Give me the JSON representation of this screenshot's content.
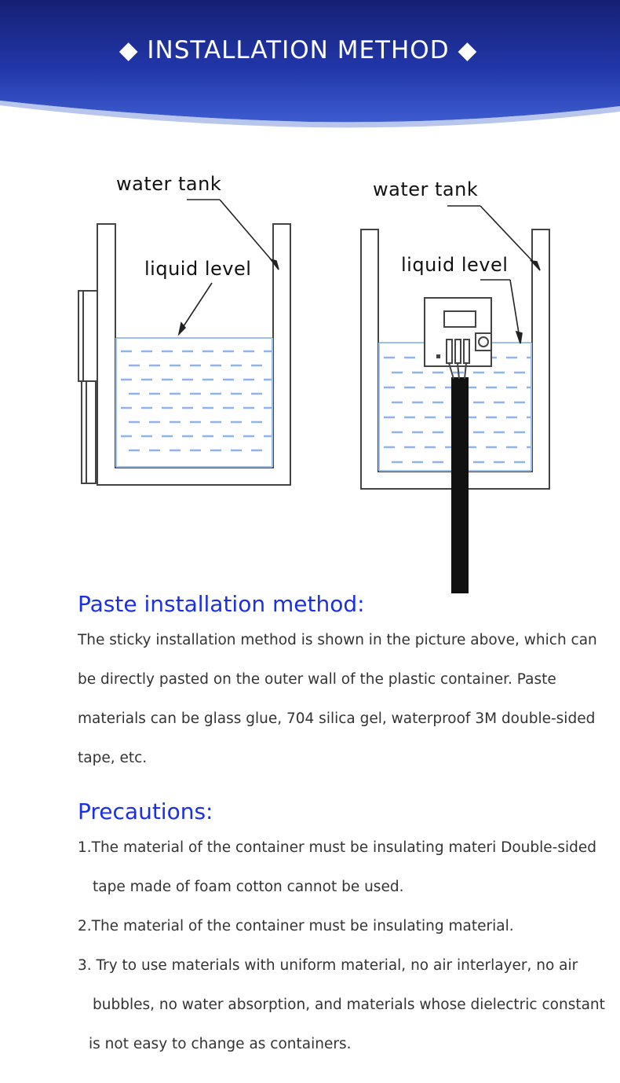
{
  "header": {
    "title": "INSTALLATION METHOD",
    "diamond": "◆"
  },
  "diagram": {
    "left": {
      "tank_label": "water tank",
      "level_label": "liquid level"
    },
    "right": {
      "tank_label": "water tank",
      "level_label": "liquid level"
    }
  },
  "paste": {
    "heading": "Paste installation method:",
    "lines": [
      "The sticky installation method is shown in the picture above, which can",
      "be directly pasted on the outer wall of the plastic container. Paste",
      "materials can be glass glue, 704 silica gel, waterproof 3M double-sided",
      "tape, etc."
    ]
  },
  "precautions": {
    "heading": "Precautions:",
    "lines": [
      "1.The material of the container must be insulating materi Double-sided",
      "tape made of foam cotton cannot be used.",
      "2.The material of the container must be insulating material.",
      "3. Try to use materials with uniform material, no air interlayer, no air",
      "bubbles, no water absorption, and materials whose dielectric constant",
      "is not easy to change as containers."
    ]
  },
  "colors": {
    "banner_dark": "#1a2a8c",
    "banner_light": "#3a58c8",
    "heading_blue": "#1a2fe6",
    "water_dash": "#8fb4ea"
  }
}
